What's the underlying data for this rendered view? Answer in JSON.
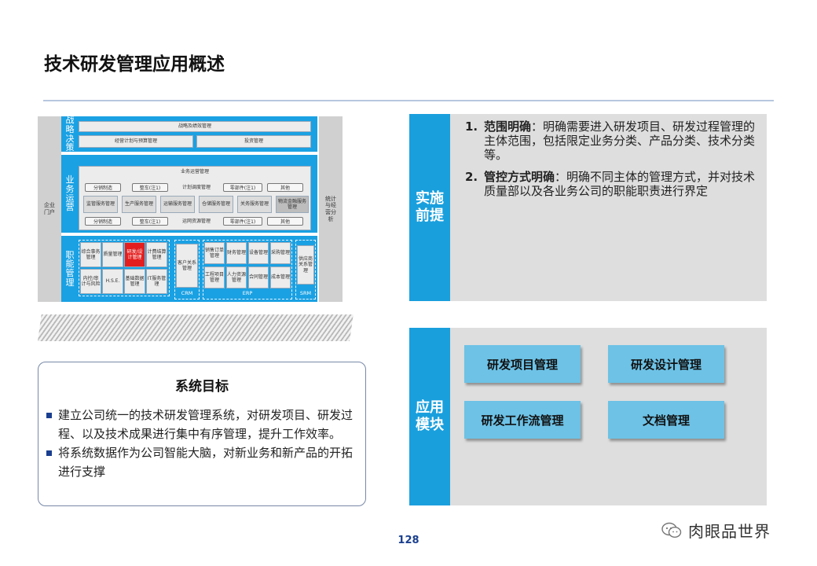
{
  "page": {
    "title": "技术研发管理应用概述",
    "page_number": "128",
    "watermark": "肉眼品世界"
  },
  "architecture": {
    "left_column": "企业门户",
    "right_column": "统计与经营分析",
    "bands": {
      "strategy": {
        "label": "战略决策",
        "top_row": "战略及绩效管理",
        "bottom_left": "经营计划与预算管理",
        "bottom_right": "投资管理"
      },
      "operations": {
        "label": "业务运营",
        "header_1": "业务运营管理",
        "row_1": [
          "分销制造",
          "整车(注1)",
          "计划调度管理",
          "零部件(注1)",
          "其他"
        ],
        "row_2": [
          "监管服务管理",
          "生产服务管理",
          "运输服务管理",
          "仓储服务管理",
          "关务服务管理",
          "物流金融服务管理"
        ],
        "row_3": [
          "分销制造",
          "整车(注1)",
          "运网资源管理",
          "零部件(注1)",
          "其他"
        ]
      },
      "functions": {
        "label": "职能管理",
        "grid": [
          "综合事务管理",
          "质量管理",
          "研发/设计管理",
          "计费结算管理",
          "内控/审计与风险",
          "H.S.E.",
          "基础数据管理",
          "IT服务管理"
        ],
        "crm": {
          "box": "客户关系管理",
          "label": "CRM"
        },
        "erp": {
          "boxes": [
            "销售订单管理",
            "财务管理",
            "设备管理",
            "采购管理",
            "工程项目管理",
            "人力资源管理",
            "合同管理",
            "成本管理"
          ],
          "label": "ERP"
        },
        "srm": {
          "box": "供应商关系管理",
          "label": "SRM"
        }
      }
    }
  },
  "goal": {
    "title": "系统目标",
    "items": [
      "建立公司统一的技术研发管理系统，对研发项目、研发过程、以及技术成果进行集中有序管理，提升工作效率。",
      "将系统数据作为公司智能大脑，对新业务和新产品的开拓进行支撑"
    ]
  },
  "premise": {
    "tag": "实施前提",
    "items": [
      {
        "num": "1.",
        "term": "范围明确",
        "text": "：明确需要进入研发项目、研发过程管理的主体范围，包括限定业务分类、产品分类、技术分类等。"
      },
      {
        "num": "2.",
        "term": "管控方式明确",
        "text": "：明确不同主体的管理方式，并对技术质量部以及各业务公司的职能职责进行界定"
      }
    ]
  },
  "modules": {
    "tag": "应用模块",
    "items": [
      "研发项目管理",
      "研发设计管理",
      "研发工作流管理",
      "文档管理"
    ]
  },
  "colors": {
    "accent_blue": "#1a9fdd",
    "module_blue": "#6dc2e6",
    "panel_grey": "#dedede",
    "highlight_red": "#e41e1e"
  }
}
